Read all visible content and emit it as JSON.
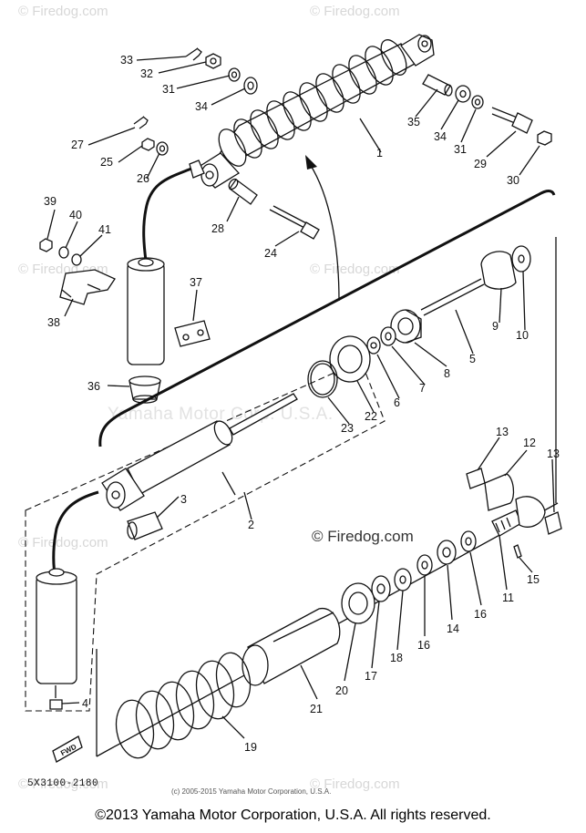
{
  "watermarks": {
    "small": "© Firedog.com",
    "center": "Yamaha Motor Corp. U.S.A."
  },
  "diagram": {
    "site_label": "© Firedog.com",
    "part_number": "5X3100-2180",
    "inner_copyright": "(c) 2005-2015 Yamaha Motor Corporation, U.S.A.",
    "front_arrow": "FWD",
    "callouts": {
      "c1": "1",
      "c2": "2",
      "c3": "3",
      "c4": "4",
      "c5": "5",
      "c6": "6",
      "c7": "7",
      "c8": "8",
      "c9": "9",
      "c10": "10",
      "c11": "11",
      "c12": "12",
      "c13a": "13",
      "c13b": "13",
      "c14": "14",
      "c15": "15",
      "c16a": "16",
      "c16b": "16",
      "c17": "17",
      "c18": "18",
      "c19": "19",
      "c20": "20",
      "c21": "21",
      "c22": "22",
      "c23": "23",
      "c24": "24",
      "c25": "25",
      "c26": "26",
      "c27": "27",
      "c28": "28",
      "c29": "29",
      "c30": "30",
      "c31a": "31",
      "c31b": "31",
      "c32": "32",
      "c33": "33",
      "c34a": "34",
      "c34b": "34",
      "c35": "35",
      "c36": "36",
      "c37": "37",
      "c38": "38",
      "c39": "39",
      "c40": "40",
      "c41": "41"
    }
  },
  "footer": {
    "copyright": "©2013 Yamaha Motor Corporation, U.S.A. All rights reserved."
  }
}
